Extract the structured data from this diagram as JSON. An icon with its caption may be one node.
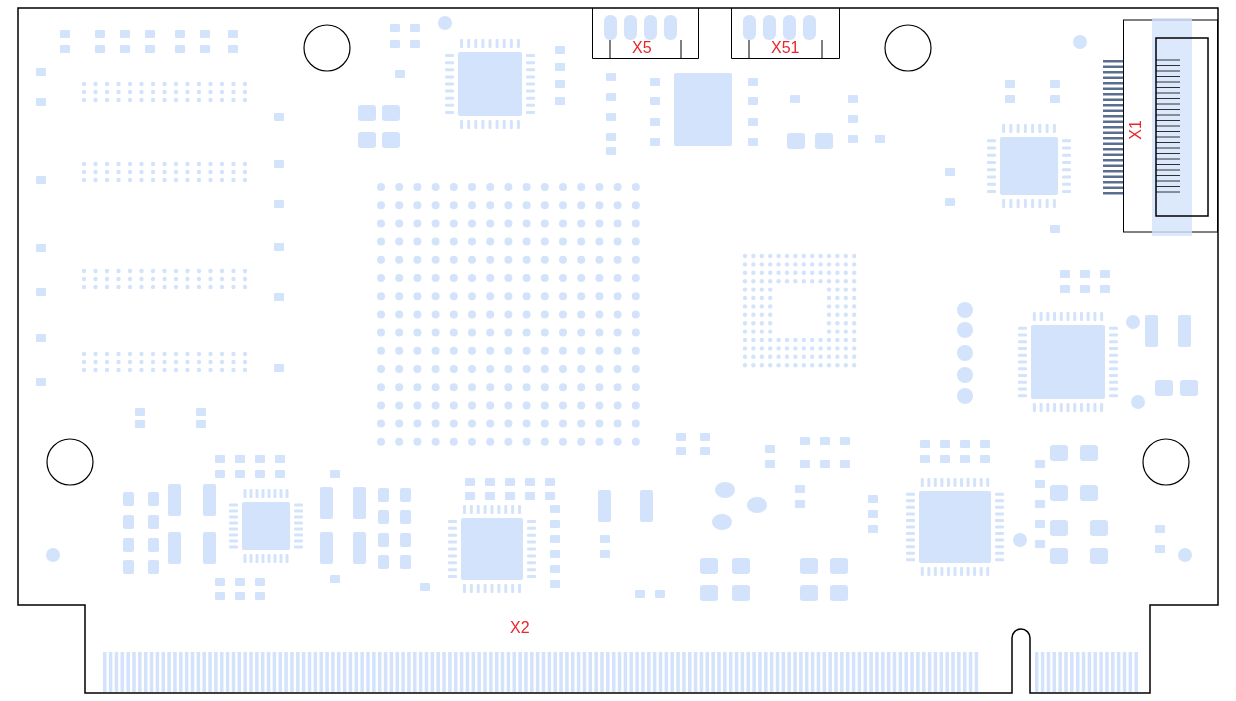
{
  "diagram": {
    "nodes": [
      {
        "text": [
          "X5"
        ]
      },
      {
        "text": [
          "X51"
        ]
      },
      {
        "text": [
          "X1"
        ]
      },
      {
        "text": [
          "X2"
        ]
      }
    ]
  }
}
